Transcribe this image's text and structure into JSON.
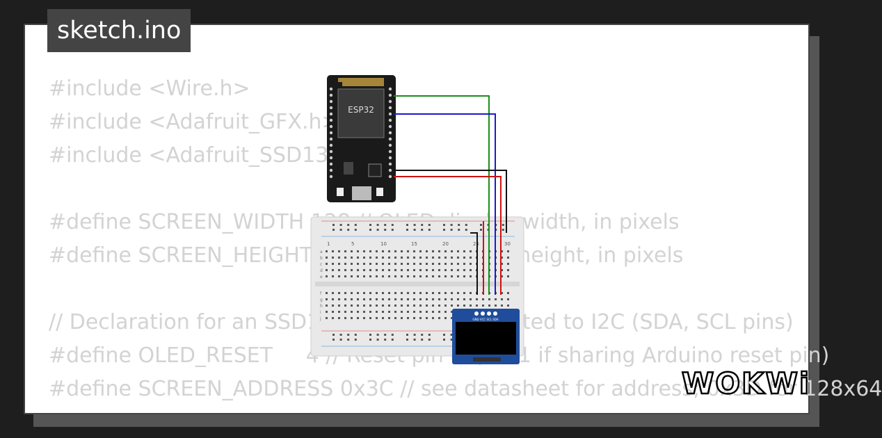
{
  "file_tab": {
    "filename": "sketch.ino"
  },
  "code_lines": [
    "#include <Wire.h>",
    "#include <Adafruit_GFX.h>",
    "#include <Adafruit_SSD1306.h>",
    "",
    "#define SCREEN_WIDTH 128 // OLED display width, in pixels",
    "#define SCREEN_HEIGHT 64 // OLED display height, in pixels",
    "",
    "// Declaration for an SSD1306 display connected to I2C (SDA, SCL pins)",
    "#define OLED_RESET     4 // Reset pin # (or -1 if sharing Arduino reset pin)",
    "#define SCREEN_ADDRESS 0x3C // see datasheet for address; 0x3D for 128x64"
  ],
  "circuit": {
    "esp32_label": "ESP32",
    "breadboard_column_numbers": [
      "1",
      "5",
      "10",
      "15",
      "20",
      "25",
      "30"
    ],
    "breadboard_row_letters_top": [
      "a",
      "b",
      "c",
      "d",
      "e"
    ],
    "breadboard_row_letters_bottom": [
      "f",
      "g",
      "h",
      "i",
      "j"
    ],
    "oled_pin_labels": "GND VCC SCL SDA",
    "wire_colors": {
      "sda": "#1a8f1a",
      "scl": "#1a1acc",
      "gnd": "#111111",
      "vcc": "#d01010"
    }
  },
  "brand": {
    "logo_text": "WOKWi"
  }
}
